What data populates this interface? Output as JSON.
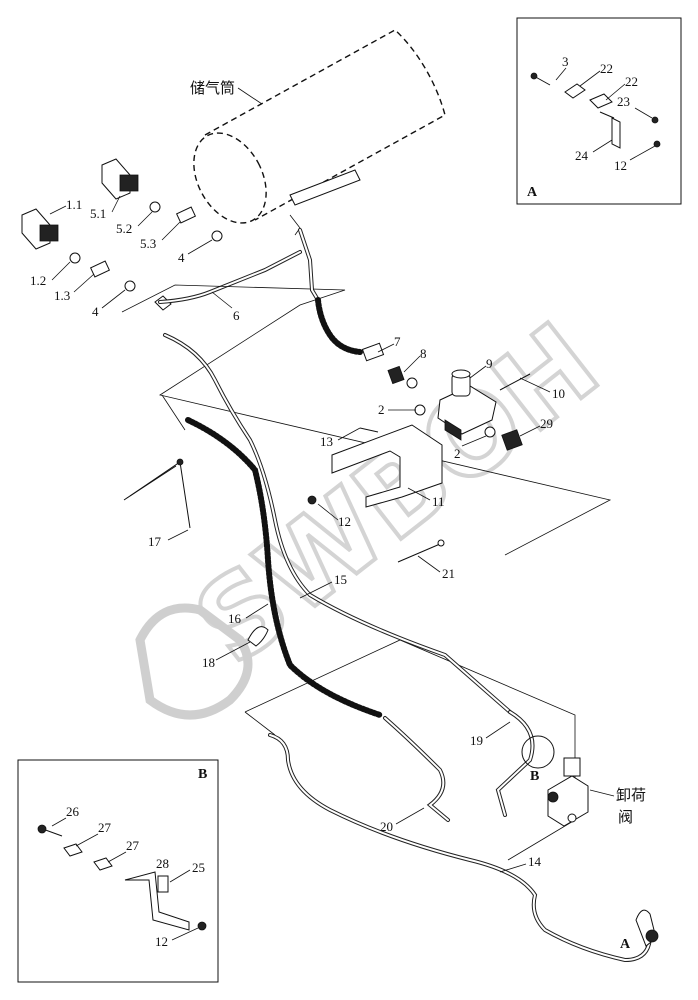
{
  "labels": {
    "tank": "储气筒",
    "unloader_valve_line1": "卸荷",
    "unloader_valve_line2": "阀",
    "inset_a_title": "A",
    "inset_b_title": "B",
    "marker_a": "A",
    "marker_b": "B"
  },
  "watermark": "SWBOH",
  "callouts": {
    "c1_1": "1.1",
    "c1_2": "1.2",
    "c1_3": "1.3",
    "c5_1": "5.1",
    "c5_2": "5.2",
    "c5_3": "5.3",
    "c4a": "4",
    "c4b": "4",
    "c6": "6",
    "c7": "7",
    "c8": "8",
    "c9": "9",
    "c10": "10",
    "c2a": "2",
    "c2b": "2",
    "c29": "29",
    "c13": "13",
    "c11": "11",
    "c12a": "12",
    "c17": "17",
    "c21": "21",
    "c15": "15",
    "c16": "16",
    "c18": "18",
    "c19": "19",
    "c20": "20",
    "c14": "14",
    "a3": "3",
    "a22a": "22",
    "a22b": "22",
    "a23": "23",
    "a24": "24",
    "a12": "12",
    "b26": "26",
    "b27a": "27",
    "b27b": "27",
    "b28": "28",
    "b25": "25",
    "b12": "12"
  }
}
